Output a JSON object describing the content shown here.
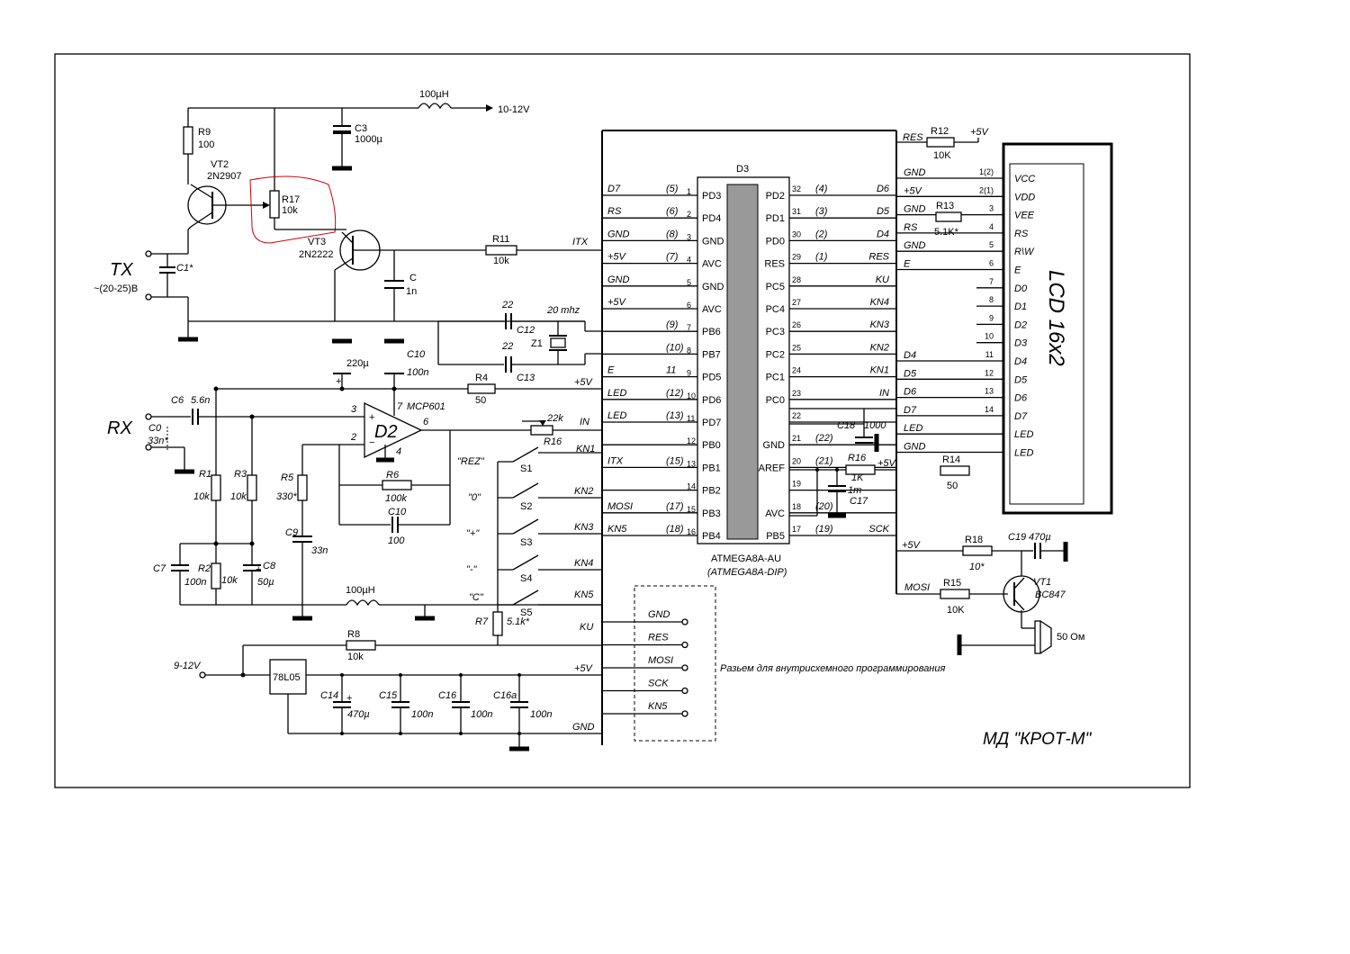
{
  "title": "МД \"КРОТ-М\"",
  "note": "Разьем для внутрисхемного программирования",
  "labels": {
    "tx": "TX",
    "tx_v": "~(20-25)B",
    "rx": "RX",
    "v1012": "10-12V",
    "v912": "9-12V",
    "r9": "R9",
    "r9v": "100",
    "vt2": "VT2",
    "vt2t": "2N2907",
    "r17": "R17",
    "r17v": "10k",
    "vt3": "VT3",
    "vt3t": "2N2222",
    "c3": "C3",
    "c3v": "1000µ",
    "ind1": "100µH",
    "c1": "C1*",
    "c": "C",
    "cv": "1n",
    "r11": "R11",
    "r11v": "10k",
    "itx": "ITX",
    "c12v": "22",
    "c12": "C12",
    "c13v": "22",
    "c13": "C13",
    "z1": "Z1",
    "xtal": "20 mhz",
    "c220": "220µ",
    "c10": "C10",
    "c10v": "100n",
    "r4": "R4",
    "r4v": "50",
    "p5v": "+5V",
    "c6": "C6",
    "c6v": "5.6n",
    "c0": "C0",
    "c0v": "33n*",
    "mcp": "MCP601",
    "d2": "D2",
    "p3": "3",
    "p2": "2",
    "p7": "7",
    "p4": "4",
    "p6": "6",
    "r16a": "R16",
    "r16av": "22k",
    "in": "IN",
    "r5": "R5",
    "r5v": "330*",
    "r6": "R6",
    "r6v": "100k",
    "c10b": "C10",
    "c10bv": "100",
    "c9": "C9",
    "c9v": "33n",
    "r1": "R1",
    "r1v": "10k",
    "r3": "R3",
    "r3v": "10k",
    "c7": "C7",
    "c7v": "100n",
    "r2": "R2",
    "r2v": "10k",
    "c8": "C8",
    "c8v": "50µ",
    "ind2": "100µH",
    "rez": "\"REZ\"",
    "zero": "\"0\"",
    "plus": "\"+\"",
    "minus": "\"-\"",
    "cc": "\"C\"",
    "s1": "S1",
    "s2": "S2",
    "s3": "S3",
    "s4": "S4",
    "s5": "S5",
    "r7": "R7",
    "r7v": "5.1k*",
    "kn1": "KN1",
    "kn2": "KN2",
    "kn3": "KN3",
    "kn4": "KN4",
    "kn5": "KN5",
    "ku": "KU",
    "r8": "R8",
    "r8v": "10k",
    "reg": "78L05",
    "c14": "C14",
    "c14v": "470µ",
    "c15": "C15",
    "c15v": "100n",
    "c16": "C16",
    "c16v": "100n",
    "c16a": "C16a",
    "c16av": "100n",
    "gnd": "GND",
    "p5vb": "+5V",
    "d3": "D3",
    "mcu1": "ATMEGA8A-AU",
    "mcu2": "(ATMEGA8A-DIP)",
    "res": "RES",
    "r12": "R12",
    "r12v": "10K",
    "p5vc": "+5V",
    "r13": "R13",
    "r13v": "5.1K*",
    "c18": "C18",
    "c18v": "1000",
    "r16b": "R16",
    "r16bv": "1K",
    "c17": "C17",
    "c17v": "1m",
    "r14": "R14",
    "r14v": "50",
    "lcd": "LCD  16x2",
    "c19": "C19",
    "c19v": "470µ",
    "r18": "R18",
    "r18v": "10*",
    "r15": "R15",
    "r15v": "10K",
    "vt1": "VT1",
    "vt1t": "BC847",
    "spk": "50 Ом",
    "mosi": "MOSI",
    "p5vd": "+5V"
  },
  "mcu_left": [
    {
      "sig": "D7",
      "alt": "(5)",
      "num": "1",
      "pin": "PD3"
    },
    {
      "sig": "RS",
      "alt": "(6)",
      "num": "2",
      "pin": "PD4"
    },
    {
      "sig": "GND",
      "alt": "(8)",
      "num": "3",
      "pin": "GND"
    },
    {
      "sig": "+5V",
      "alt": "(7)",
      "num": "4",
      "pin": "AVC"
    },
    {
      "sig": "GND",
      "alt": "",
      "num": "5",
      "pin": "GND"
    },
    {
      "sig": "+5V",
      "alt": "",
      "num": "6",
      "pin": "AVC"
    },
    {
      "sig": "",
      "alt": "(9)",
      "num": "7",
      "pin": "PB6"
    },
    {
      "sig": "",
      "alt": "(10)",
      "num": "8",
      "pin": "PB7"
    },
    {
      "sig": "E",
      "alt": "11",
      "num": "9",
      "pin": "PD5"
    },
    {
      "sig": "LED",
      "alt": "(12)",
      "num": "10",
      "pin": "PD6"
    },
    {
      "sig": "LED",
      "alt": "(13)",
      "num": "11",
      "pin": "PD7"
    },
    {
      "sig": "",
      "alt": "",
      "num": "12",
      "pin": "PB0"
    },
    {
      "sig": "ITX",
      "alt": "(15)",
      "num": "13",
      "pin": "PB1"
    },
    {
      "sig": "",
      "alt": "",
      "num": "14",
      "pin": "PB2"
    },
    {
      "sig": "MOSI",
      "alt": "(17)",
      "num": "15",
      "pin": "PB3"
    },
    {
      "sig": "KN5",
      "alt": "(18)",
      "num": "16",
      "pin": "PB4"
    }
  ],
  "mcu_right": [
    {
      "num": "32",
      "alt": "(4)",
      "sig": "D6",
      "pin": "PD2"
    },
    {
      "num": "31",
      "alt": "(3)",
      "sig": "D5",
      "pin": "PD1"
    },
    {
      "num": "30",
      "alt": "(2)",
      "sig": "D4",
      "pin": "PD0"
    },
    {
      "num": "29",
      "alt": "(1)",
      "sig": "RES",
      "pin": "RES"
    },
    {
      "num": "28",
      "alt": "",
      "sig": "KU",
      "pin": "PC5"
    },
    {
      "num": "27",
      "alt": "",
      "sig": "KN4",
      "pin": "PC4"
    },
    {
      "num": "26",
      "alt": "",
      "sig": "KN3",
      "pin": "PC3"
    },
    {
      "num": "25",
      "alt": "",
      "sig": "KN2",
      "pin": "PC2"
    },
    {
      "num": "24",
      "alt": "",
      "sig": "KN1",
      "pin": "PC1"
    },
    {
      "num": "23",
      "alt": "",
      "sig": "IN",
      "pin": "PC0"
    },
    {
      "num": "22",
      "alt": "",
      "sig": "",
      "pin": ""
    },
    {
      "num": "21",
      "alt": "(22)",
      "sig": "",
      "pin": "GND"
    },
    {
      "num": "20",
      "alt": "(21)",
      "sig": "",
      "pin": "AREF"
    },
    {
      "num": "19",
      "alt": "",
      "sig": "",
      "pin": ""
    },
    {
      "num": "18",
      "alt": "(20)",
      "sig": "",
      "pin": "AVC"
    },
    {
      "num": "17",
      "alt": "(19)",
      "sig": "SCK",
      "pin": "PB5"
    }
  ],
  "lcd_rows": [
    {
      "sig": "GND",
      "num": "1(2)",
      "pin": "VCC"
    },
    {
      "sig": "+5V",
      "num": "2(1)",
      "pin": "VDD"
    },
    {
      "sig": "GND",
      "num": "3",
      "pin": "VEE"
    },
    {
      "sig": "RS",
      "num": "4",
      "pin": "RS"
    },
    {
      "sig": "GND",
      "num": "5",
      "pin": "R\\W"
    },
    {
      "sig": "E",
      "num": "6",
      "pin": "E"
    },
    {
      "sig": "",
      "num": "7",
      "pin": "D0"
    },
    {
      "sig": "",
      "num": "8",
      "pin": "D1"
    },
    {
      "sig": "",
      "num": "9",
      "pin": "D2"
    },
    {
      "sig": "",
      "num": "10",
      "pin": "D3"
    },
    {
      "sig": "D4",
      "num": "11",
      "pin": "D4"
    },
    {
      "sig": "D5",
      "num": "12",
      "pin": "D5"
    },
    {
      "sig": "D6",
      "num": "13",
      "pin": "D6"
    },
    {
      "sig": "D7",
      "num": "14",
      "pin": "D7"
    },
    {
      "sig": "LED",
      "num": "",
      "pin": "LED"
    },
    {
      "sig": "GND",
      "num": "",
      "pin": "LED"
    }
  ],
  "isp": [
    "GND",
    "RES",
    "MOSI",
    "SCK",
    "KN5"
  ]
}
